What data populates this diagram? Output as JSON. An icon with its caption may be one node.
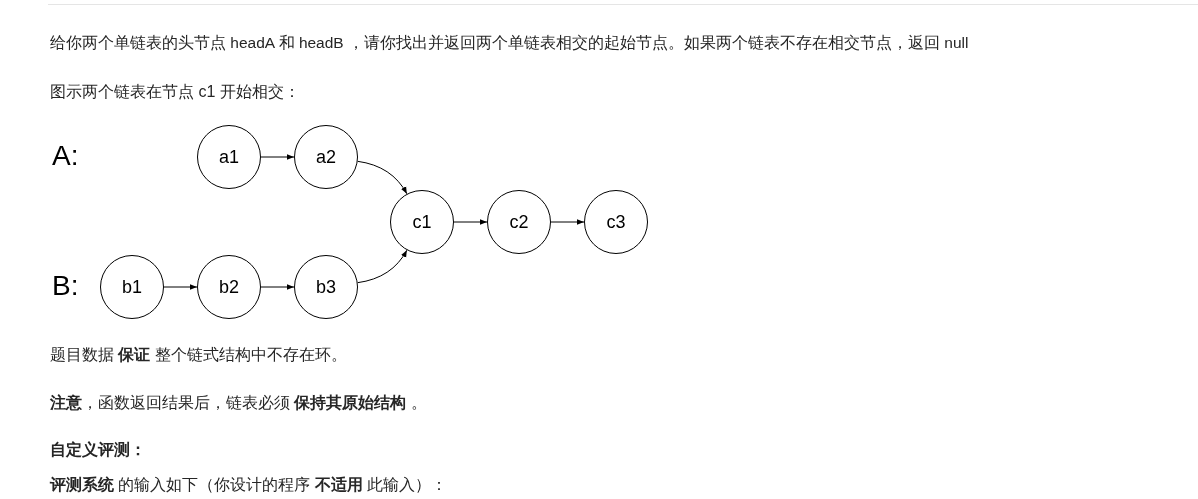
{
  "diagram": {
    "nodes": [
      {
        "text": [
          "a1"
        ]
      },
      {
        "text": [
          "a2"
        ]
      },
      {
        "text": [
          "c1"
        ]
      },
      {
        "text": [
          "c2"
        ]
      },
      {
        "text": [
          "c3"
        ]
      },
      {
        "text": [
          "b1"
        ]
      },
      {
        "text": [
          "b2"
        ]
      },
      {
        "text": [
          "b3"
        ]
      }
    ],
    "edges": [
      {
        "from": 0,
        "to": 1,
        "arrow": "to"
      },
      {
        "from": 1,
        "to": 2,
        "arrow": "to"
      },
      {
        "from": 2,
        "to": 3,
        "arrow": "to"
      },
      {
        "from": 3,
        "to": 4,
        "arrow": "to"
      },
      {
        "from": 5,
        "to": 6,
        "arrow": "to"
      },
      {
        "from": 6,
        "to": 7,
        "arrow": "to"
      },
      {
        "from": 7,
        "to": 2,
        "arrow": "to"
      }
    ],
    "labels": [
      "给你两个单链表的头节点 headA 和 headB ，请你找出并返回两个单链表相交的起始节点。如果两个链表不存在相交节点，返回 null",
      "图示两个链表在节点 c1 开始相交：",
      "A:",
      "B:",
      "题目数据 **保证** 整个链式结构中不存在环。",
      "**注意**，函数返回结果后，链表必须 **保持其原始结构** 。",
      "自定义评测：",
      "**评测系统** 的输入如下（你设计的程序 **不适用** 此输入）："
    ]
  }
}
